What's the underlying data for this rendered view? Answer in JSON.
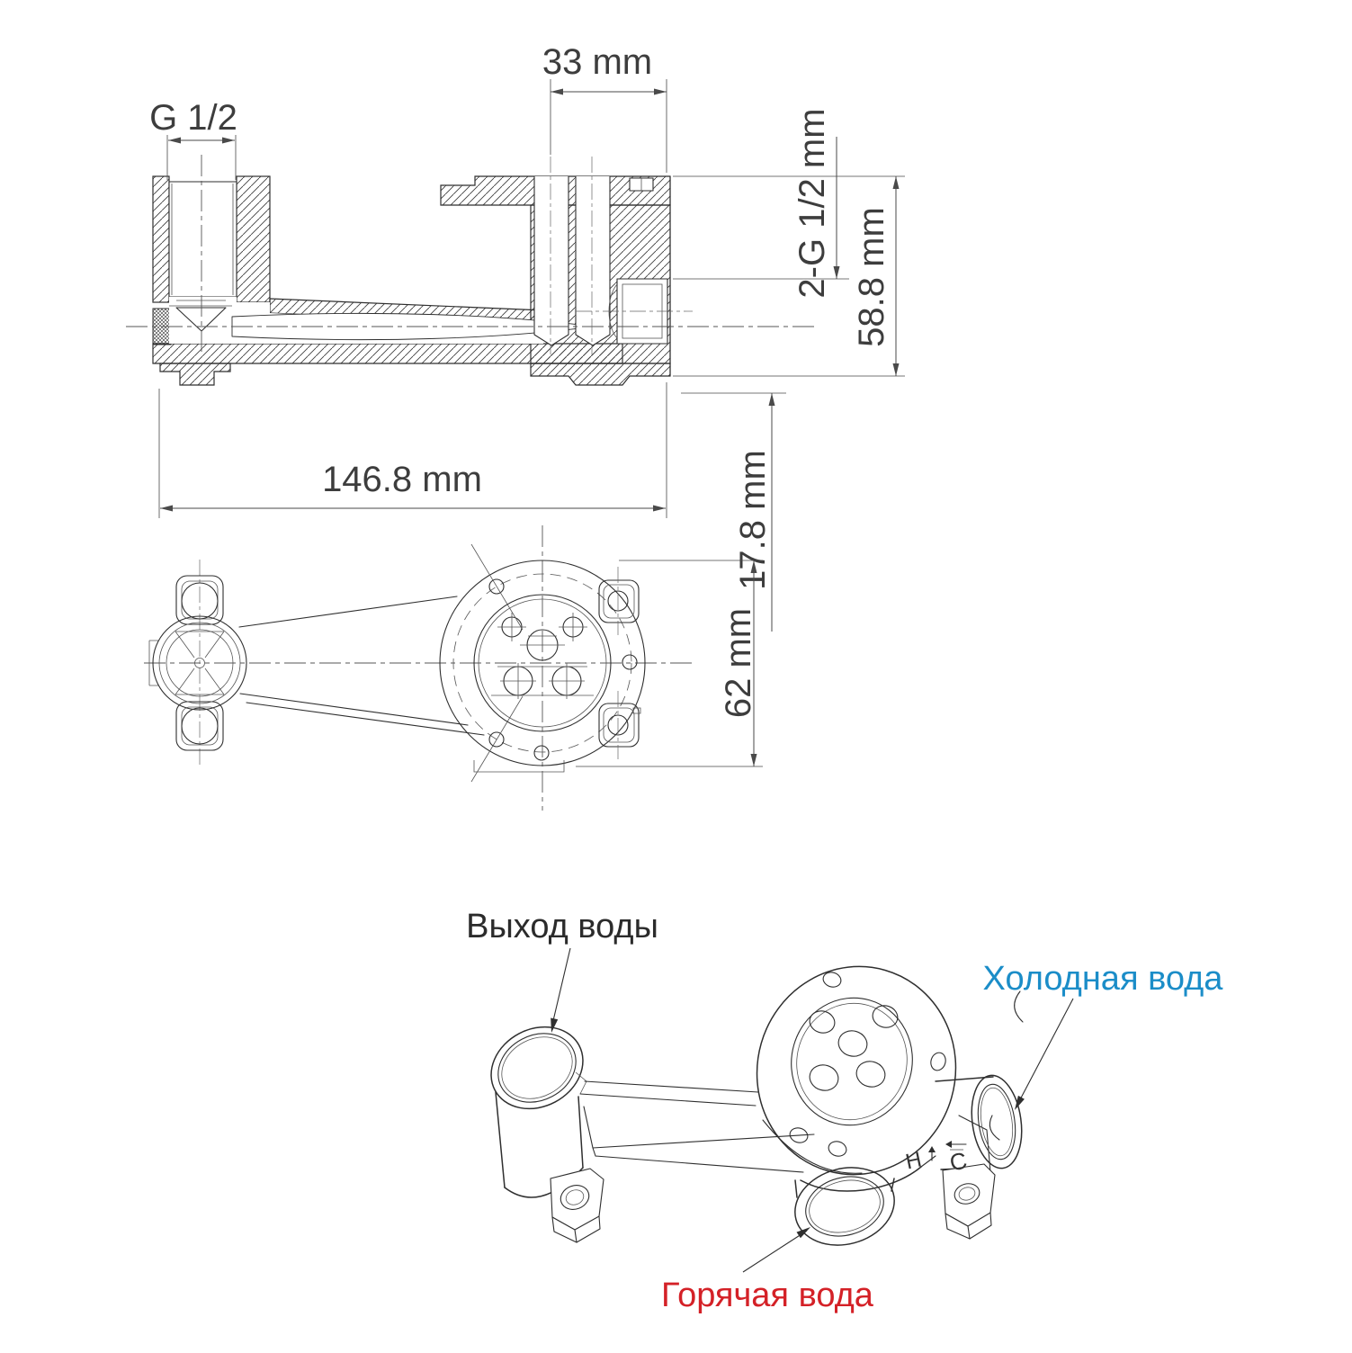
{
  "meta": {
    "background": "#ffffff",
    "line_color": "#2f2f2f",
    "dim_text_color": "#3d3d3d"
  },
  "section_view": {
    "dimensions": {
      "thread": "G 1/2",
      "top_width": "33 mm",
      "inlets": "2-G 1/2 mm",
      "height": "58.8 mm",
      "length": "146.8 mm",
      "offset": "17.8 mm"
    }
  },
  "plan_view": {
    "dimensions": {
      "height": "62 mm"
    }
  },
  "iso_view": {
    "labels": {
      "outlet": {
        "text": "Выход воды",
        "color": "#2b2b2b"
      },
      "cold": {
        "text": "Холодная вода",
        "color": "#1b8dc8"
      },
      "hot": {
        "text": "Горячая вода",
        "color": "#d42127"
      }
    },
    "marks": {
      "hot": "H",
      "cold": "C"
    }
  }
}
